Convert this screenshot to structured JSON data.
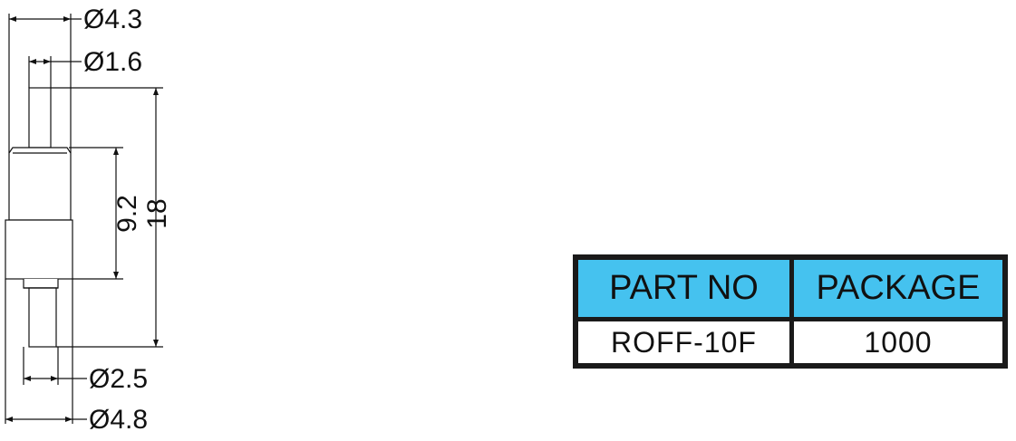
{
  "drawing": {
    "dimensions": {
      "top_outer_diameter": "Ø4.3",
      "top_pin_diameter": "Ø1.6",
      "bottom_pin_diameter": "Ø2.5",
      "bottom_outer_diameter": "Ø4.8",
      "body_length": "9.2",
      "total_length": "18"
    }
  },
  "table": {
    "header_color": "#45c2ef",
    "headers": [
      "PART NO",
      "PACKAGE"
    ],
    "row": [
      "ROFF-10F",
      "1000"
    ]
  }
}
